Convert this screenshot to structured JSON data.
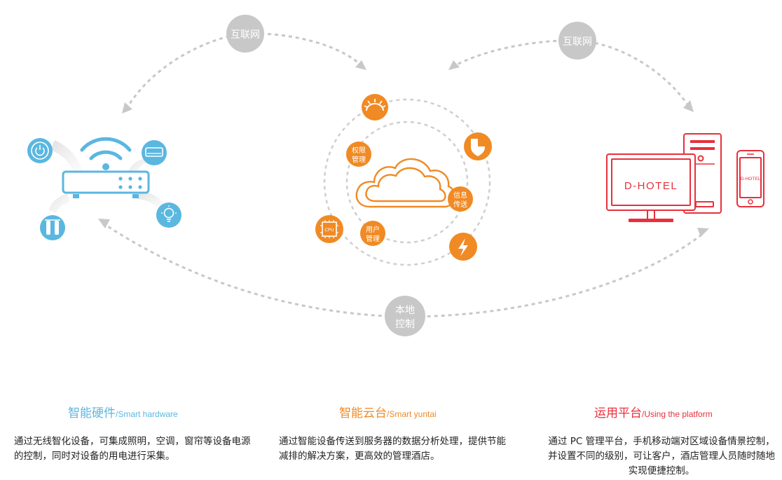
{
  "connectors": {
    "internet_left": "互联网",
    "internet_right": "互联网",
    "local_control_line1": "本地",
    "local_control_line2": "控制"
  },
  "cloud_nodes": {
    "permission_line1": "权限",
    "permission_line2": "管理",
    "info_line1": "信息",
    "info_line2": "传送",
    "user_line1": "用户",
    "user_line2": "管理",
    "cpu_label": "CPU"
  },
  "platform": {
    "monitor_text": "D-HOTEL",
    "phone_text": "D-HOTEL"
  },
  "columns": {
    "hardware": {
      "title": "智能硬件",
      "subtitle": "/Smart hardware",
      "text": "通过无线智化设备，可集成照明，空调，窗帘等设备电源的控制，同时对设备的用电进行采集。"
    },
    "cloud": {
      "title": "智能云台",
      "subtitle": "/Smart yuntai",
      "text": "通过智能设备传送到服务器的数据分析处理，提供节能减排的解决方案，更高效的管理酒店。"
    },
    "platform": {
      "title": "运用平台",
      "subtitle": "/Using the platform",
      "text": "通过 PC 管理平台，手机移动端对区域设备情景控制，并设置不同的级别，可让客户，酒店管理人员随时随地实现便捷控制。"
    }
  },
  "colors": {
    "hardware_blue": "#5ab7e0",
    "cloud_orange": "#f08a24",
    "platform_red": "#e8303c",
    "connector_gray": "#c8c8c8"
  }
}
